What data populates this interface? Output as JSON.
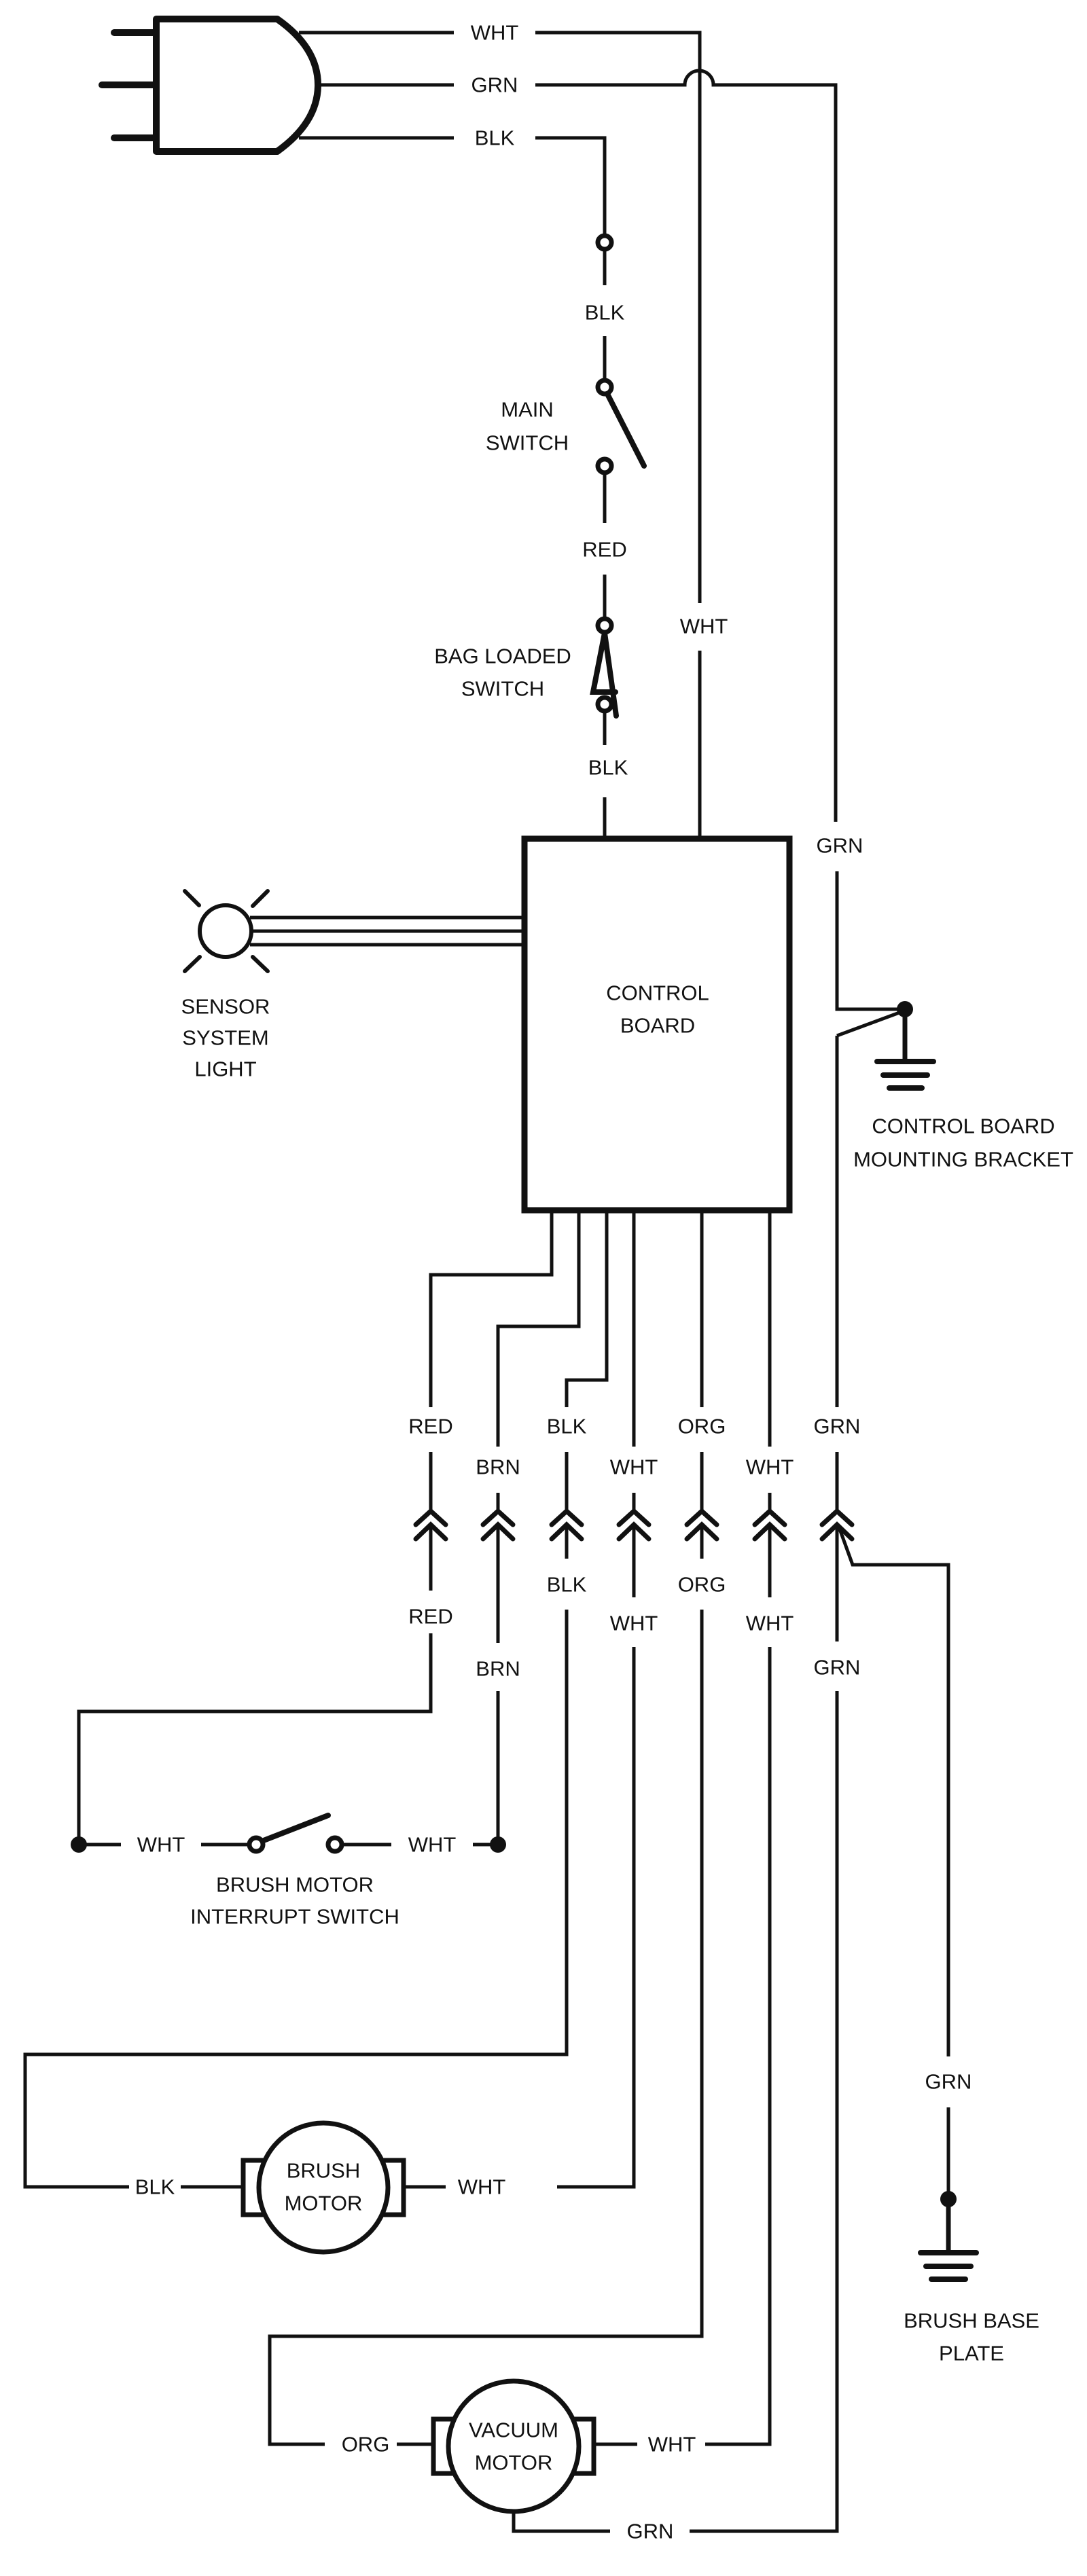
{
  "diagram": {
    "type": "wiring-schematic",
    "colors": {
      "ink": "#111111",
      "background": "#ffffff"
    },
    "plug": {
      "name": "power-cord-plug",
      "wires": {
        "top": "WHT",
        "middle": "GRN",
        "bottom": "BLK"
      }
    },
    "line_wires": {
      "blk_after_terminal": "BLK",
      "red_between_switches": "RED",
      "blk_to_board": "BLK",
      "wht_to_board": "WHT",
      "grn_to_bracket": "GRN"
    },
    "components": {
      "main_switch": {
        "line1": "MAIN",
        "line2": "SWITCH",
        "state": "open"
      },
      "bag_loaded_switch": {
        "line1": "BAG LOADED",
        "line2": "SWITCH"
      },
      "control_board": {
        "line1": "CONTROL",
        "line2": "BOARD"
      },
      "sensor_light": {
        "line1": "SENSOR",
        "line2": "SYSTEM",
        "line3": "LIGHT"
      },
      "board_ground": {
        "line1": "CONTROL BOARD",
        "line2": "MOUNTING BRACKET"
      },
      "interrupt_switch": {
        "line1": "BRUSH MOTOR",
        "line2": "INTERRUPT SWITCH",
        "state": "open"
      },
      "brush_motor": {
        "line1": "BRUSH",
        "line2": "MOTOR"
      },
      "vacuum_motor": {
        "line1": "VACUUM",
        "line2": "MOTOR"
      },
      "base_ground": {
        "line1": "BRUSH BASE",
        "line2": "PLATE"
      }
    },
    "connectors": [
      {
        "upper": "RED",
        "lower": "RED"
      },
      {
        "upper": "BRN",
        "lower": "BRN"
      },
      {
        "upper": "BLK",
        "lower": "BLK"
      },
      {
        "upper": "WHT",
        "lower": "WHT"
      },
      {
        "upper": "ORG",
        "lower": "ORG"
      },
      {
        "upper": "WHT",
        "lower": "WHT"
      },
      {
        "upper": "GRN",
        "lower": "GRN"
      }
    ],
    "interrupt_wires": {
      "left": "WHT",
      "right": "WHT"
    },
    "brush_motor_wires": {
      "left": "BLK",
      "right": "WHT"
    },
    "vacuum_motor_wires": {
      "left": "ORG",
      "right": "WHT",
      "bottom": "GRN"
    },
    "base_plate_wire": "GRN"
  }
}
